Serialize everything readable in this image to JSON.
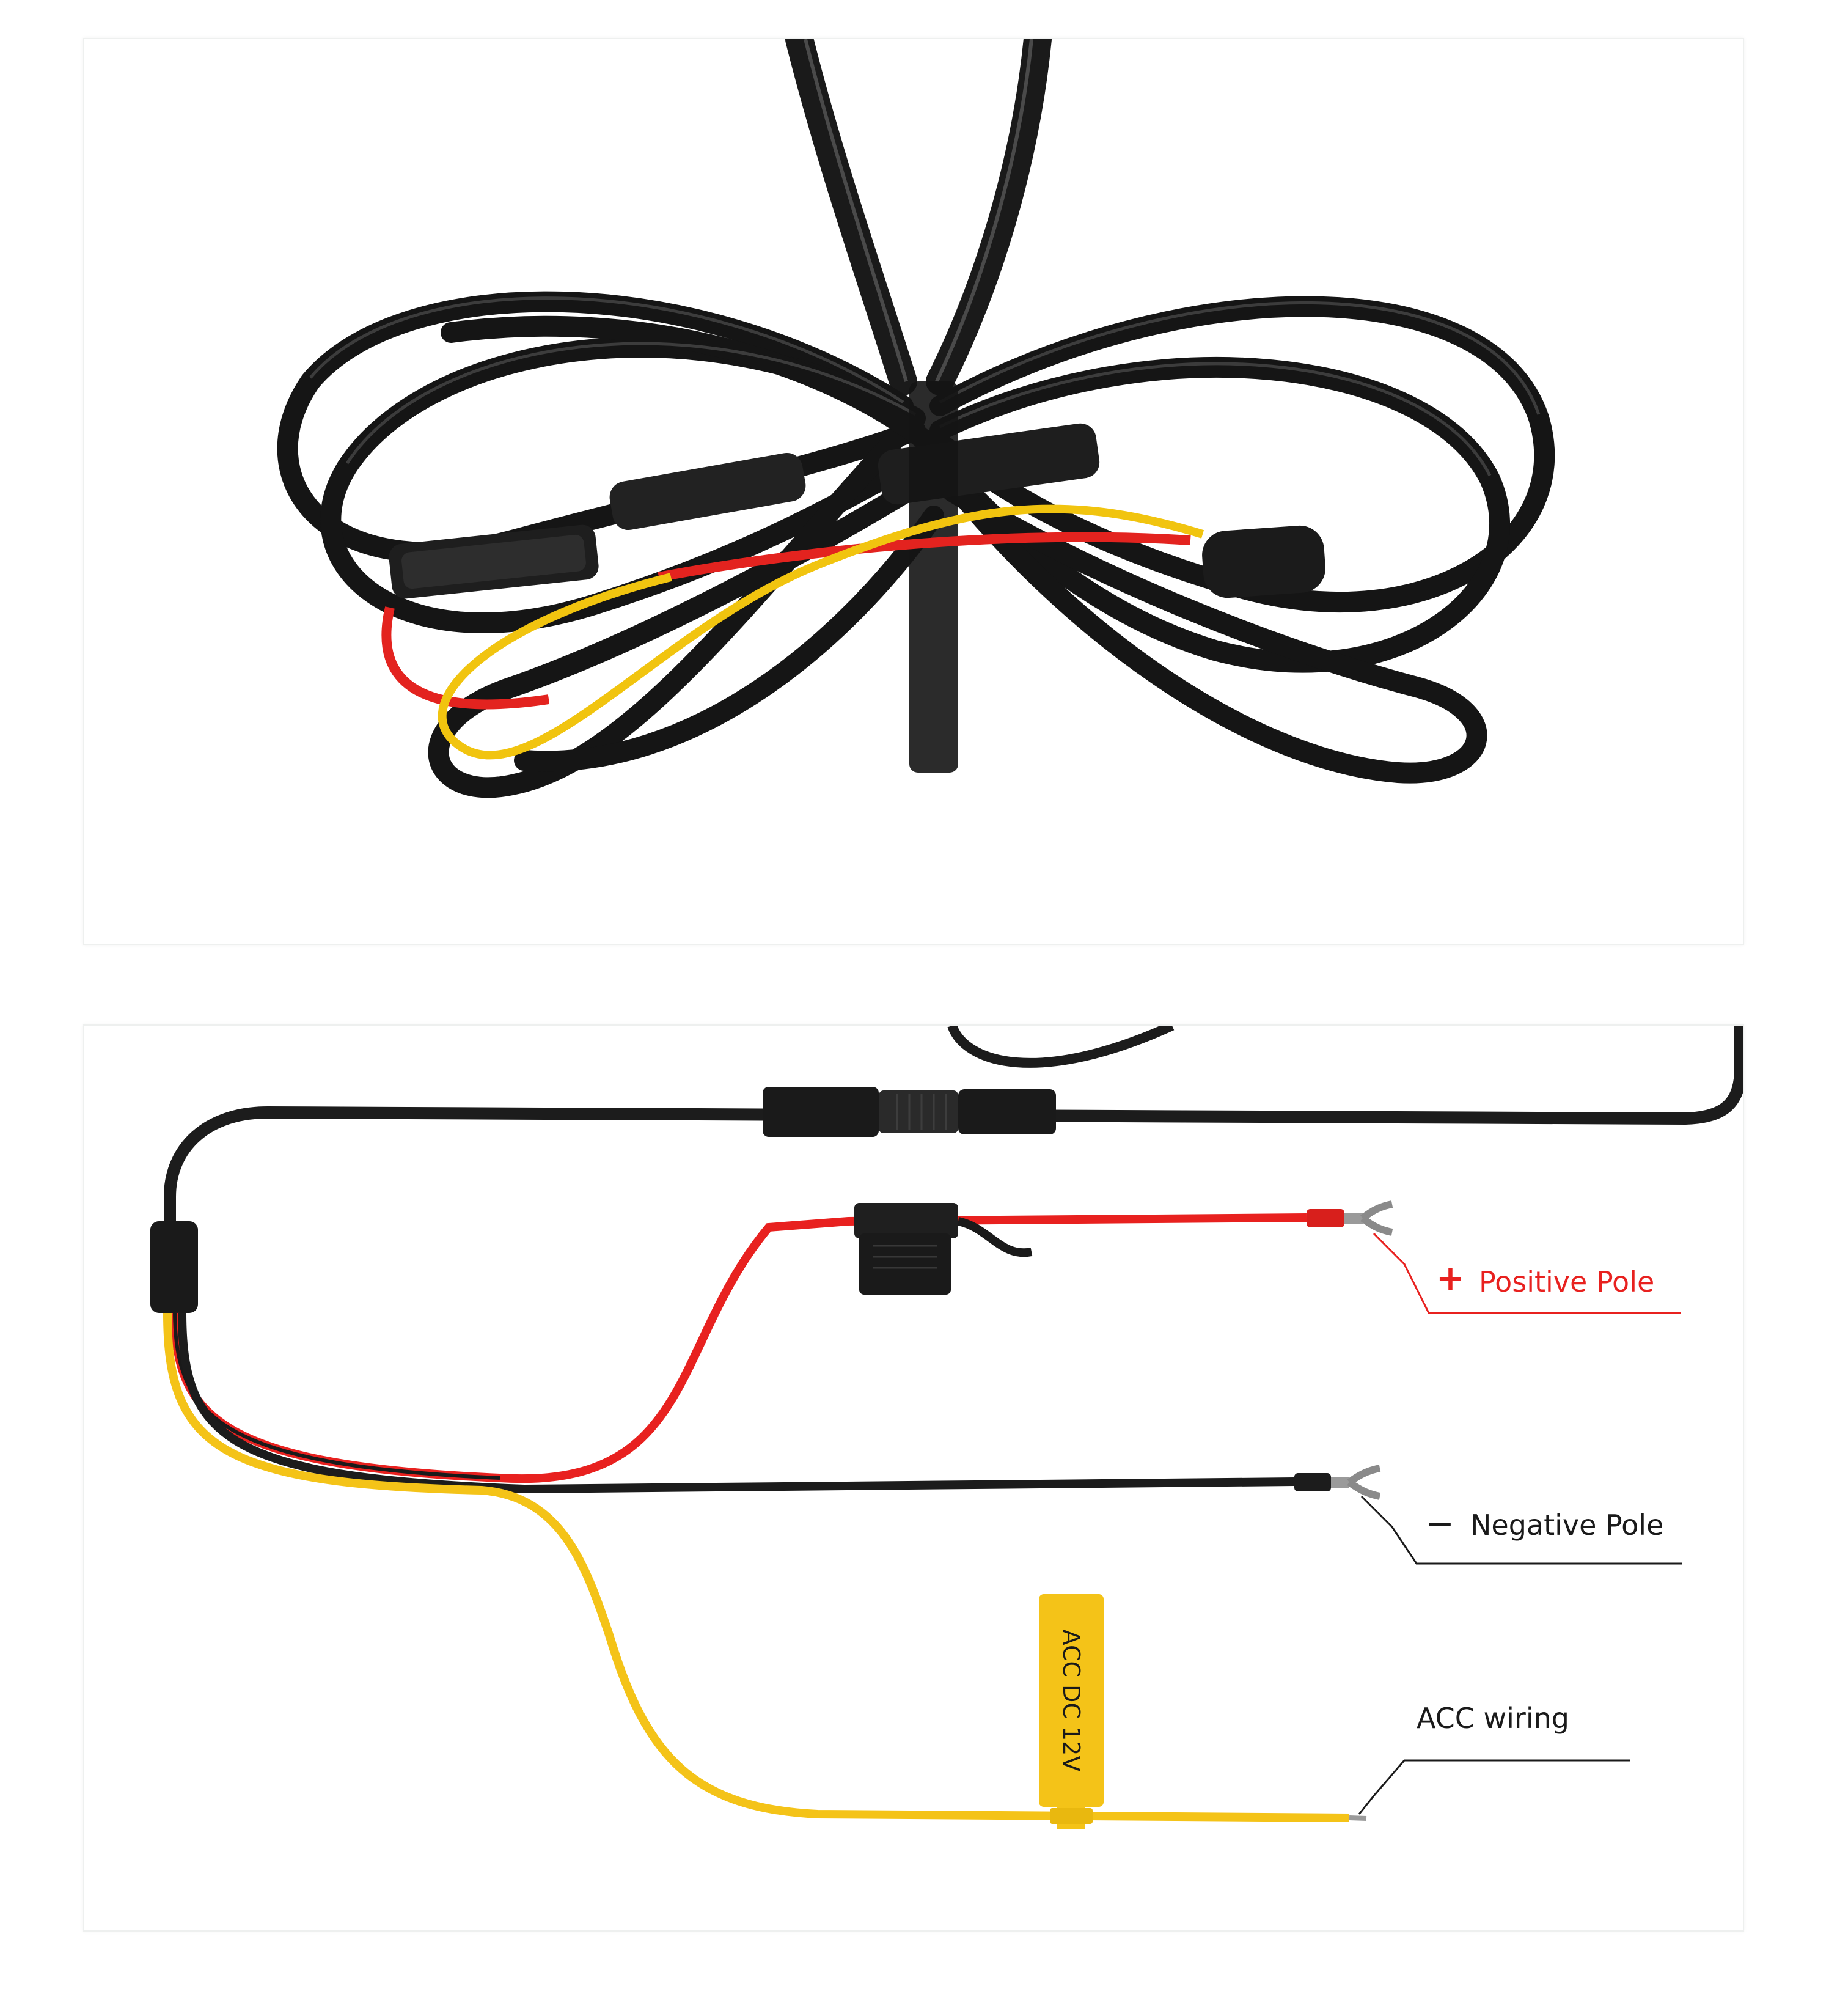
{
  "labels": {
    "positive_sign": "+",
    "positive": "Positive Pole",
    "negative_sign": "—",
    "negative": "Negative Pole",
    "acc": "ACC wiring",
    "tag": "ACC DC 12V"
  },
  "colors": {
    "red": "#e8211f",
    "black": "#1c1c1c",
    "yellow": "#f4c318",
    "positive_label": "#e8211f",
    "negative_label": "#1a1a1a",
    "acc_label": "#1a1a1a"
  }
}
